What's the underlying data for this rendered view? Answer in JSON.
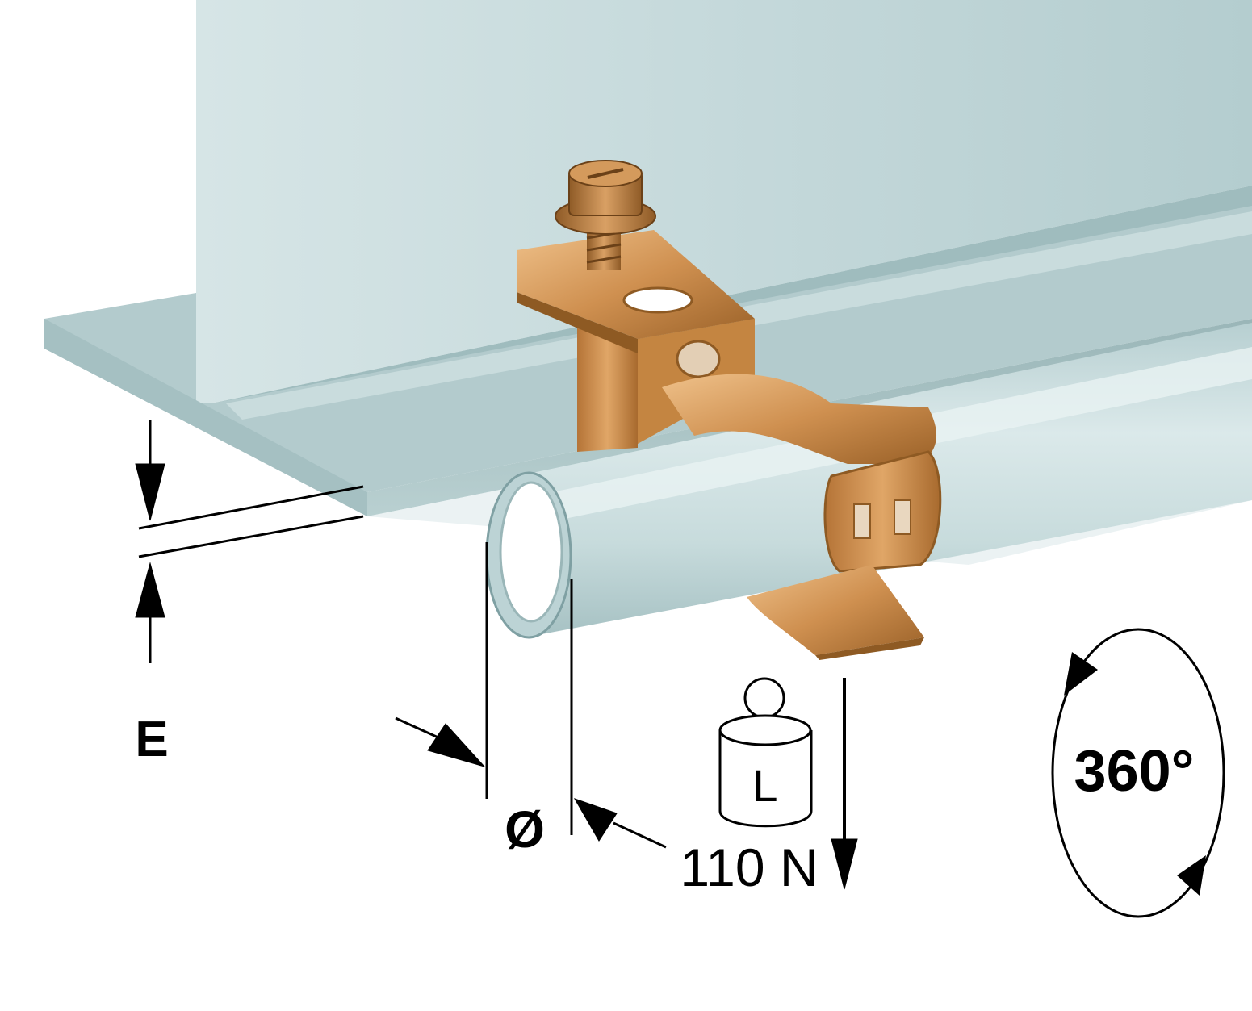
{
  "labels": {
    "edge_thickness": "E",
    "pipe_diameter": "Ø",
    "load_symbol": "L",
    "load_value": "110 N",
    "rotation": "360°"
  },
  "colors": {
    "steel_light": "#cfe0e1",
    "steel_mid": "#a9c3c5",
    "steel_dark": "#7fa0a3",
    "clip_light": "#e7b277",
    "clip_mid": "#c98a46",
    "clip_dark": "#8e5a23",
    "pipe": "#c4dadc",
    "ink": "#000000"
  },
  "icons": {
    "load": "weight-icon",
    "rotation": "rotation-arrows-icon"
  }
}
